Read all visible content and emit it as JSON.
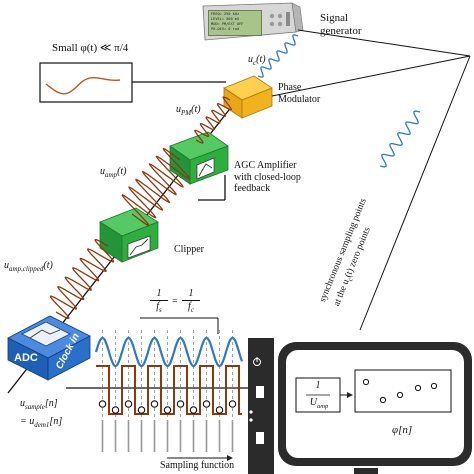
{
  "generator": {
    "label_line1": "Signal",
    "label_line2": "generator",
    "screen_lines": [
      "FREQ= 250 kHz",
      "LEVEL= 500 mV",
      "MOD= PM/EXT   OFF",
      "PH.DEV= 0 rad"
    ]
  },
  "phase_plot": {
    "title": "Small φ(t) ≪ π/4"
  },
  "phase_modulator": {
    "line1": "Phase",
    "line2": "Modulator"
  },
  "agc": {
    "line1": "AGC Amplifier",
    "line2": "with closed-loop",
    "line3": "feedback"
  },
  "clipper": {
    "label": "Clipper"
  },
  "adc": {
    "label": "ADC",
    "clock_in": "Clock in"
  },
  "signals": {
    "uc": "u",
    "uc_sub": "c",
    "uc_arg": "(t)",
    "upm": "u",
    "upm_sub": "PM",
    "upm_arg": "(t)",
    "uamp": "u",
    "uamp_sub": "amp",
    "uamp_arg": "(t)",
    "uclip": "u",
    "uclip_sub": "amp,clipped",
    "uclip_arg": "(t)",
    "usample": "u",
    "usample_sub": "sample",
    "usample_arg": "[n]",
    "udem": "= u",
    "udem_sub": "dem1",
    "udem_arg": "[n]"
  },
  "equation": {
    "num1": "1",
    "den1": "f",
    "den1_sub": "s",
    "eq": "=",
    "num2": "1",
    "den2": "f",
    "den2_sub": "c"
  },
  "sync_note": {
    "line1": "synchronous sampling points",
    "line2": "at the u",
    "line2_sub": "c",
    "line2_rest": "(t) zero points"
  },
  "processing": {
    "gain_num": "1",
    "gain_den": "U",
    "gain_den_sub": "amp",
    "output": "φ[n]"
  },
  "sampling_function": {
    "label": "Sampling function"
  },
  "colors": {
    "carrier_blue": "#2f78c4",
    "sampled_brown": "#8b3a0f",
    "block_green": "#2eae3f",
    "block_orange": "#f2b21c",
    "adc_blue": "#1f5fb5",
    "monitor_dark": "#2b2b2b"
  }
}
